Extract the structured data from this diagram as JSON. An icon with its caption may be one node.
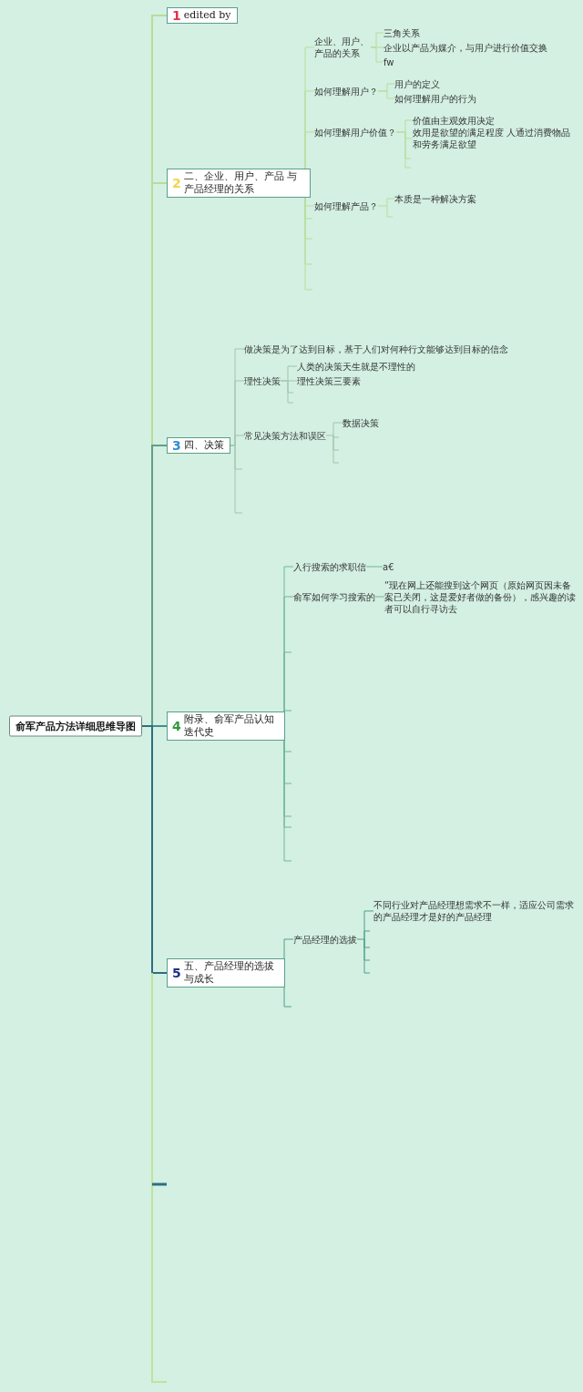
{
  "diagram": {
    "nodes": [
      {
        "text": [
          "俞军产品方法详细思维导图"
        ]
      },
      {
        "text": [
          "1",
          "edited by"
        ]
      },
      {
        "text": [
          "2",
          "二、企业、用户、产品 与产品经理的关系"
        ]
      },
      {
        "text": [
          "企业、用户、产品的关系"
        ]
      },
      {
        "text": [
          "三角关系"
        ]
      },
      {
        "text": [
          "企业以产品为媒介，与用户进行价值交换"
        ]
      },
      {
        "text": [
          "fw"
        ]
      },
      {
        "text": [
          "如何理解用户？"
        ]
      },
      {
        "text": [
          "用户的定义"
        ]
      },
      {
        "text": [
          "如何理解用户的行为"
        ]
      },
      {
        "text": [
          "如何理解用户价值？"
        ]
      },
      {
        "text": [
          "价值由主观效用决定"
        ]
      },
      {
        "text": [
          "效用是欲望的满足程度 人通过消费物品和劳务满足欲望"
        ]
      },
      {
        "text": [
          "如何理解产品？"
        ]
      },
      {
        "text": [
          "本质是一种解决方案"
        ]
      },
      {
        "text": [
          "3",
          "四、决策"
        ]
      },
      {
        "text": [
          "做决策是为了达到目标，基于人们对何种行文能够达到目标的信念"
        ]
      },
      {
        "text": [
          "理性决策"
        ]
      },
      {
        "text": [
          "人类的决策天生就是不理性的"
        ]
      },
      {
        "text": [
          "理性决策三要素"
        ]
      },
      {
        "text": [
          "常见决策方法和误区"
        ]
      },
      {
        "text": [
          "数据决策"
        ]
      },
      {
        "text": [
          "4",
          "附录、俞军产品认知迭代史"
        ]
      },
      {
        "text": [
          "入行搜索的求职信"
        ]
      },
      {
        "text": [
          "a€"
        ]
      },
      {
        "text": [
          "俞军如何学习搜索的"
        ]
      },
      {
        "text": [
          "“现在网上还能搜到这个网页（原始网页因未备案已关闭，这是爱好者做的备份），感兴趣的读者可以自行寻访去"
        ]
      },
      {
        "text": [
          "5",
          "五、产品经理的选拔与成长"
        ]
      },
      {
        "text": [
          "产品经理的选拔"
        ]
      },
      {
        "text": [
          "不同行业对产品经理想需求不一样，适应公司需求的产品经理才是好的产品经理"
        ]
      }
    ],
    "edges": [
      {
        "from": 0,
        "to": 1,
        "arrow": "none"
      },
      {
        "from": 0,
        "to": 2,
        "arrow": "none"
      },
      {
        "from": 2,
        "to": 3,
        "arrow": "none"
      },
      {
        "from": 3,
        "to": 4,
        "arrow": "none"
      },
      {
        "from": 3,
        "to": 5,
        "arrow": "none"
      },
      {
        "from": 3,
        "to": 6,
        "arrow": "none"
      },
      {
        "from": 2,
        "to": 7,
        "arrow": "none"
      },
      {
        "from": 7,
        "to": 8,
        "arrow": "none"
      },
      {
        "from": 7,
        "to": 9,
        "arrow": "none"
      },
      {
        "from": 2,
        "to": 10,
        "arrow": "none"
      },
      {
        "from": 10,
        "to": 11,
        "arrow": "none"
      },
      {
        "from": 10,
        "to": 12,
        "arrow": "none"
      },
      {
        "from": 2,
        "to": 13,
        "arrow": "none"
      },
      {
        "from": 13,
        "to": 14,
        "arrow": "none"
      },
      {
        "from": 0,
        "to": 15,
        "arrow": "none",
        "color": "#5f9f86"
      },
      {
        "from": 15,
        "to": 16,
        "arrow": "none",
        "color": "#a3c4ac"
      },
      {
        "from": 15,
        "to": 17,
        "arrow": "none",
        "color": "#a3c4ac"
      },
      {
        "from": 17,
        "to": 18,
        "arrow": "none",
        "color": "#a3c4ac"
      },
      {
        "from": 17,
        "to": 19,
        "arrow": "none",
        "color": "#a3c4ac"
      },
      {
        "from": 15,
        "to": 20,
        "arrow": "none",
        "color": "#a3c4ac"
      },
      {
        "from": 20,
        "to": 21,
        "arrow": "none",
        "color": "#a3c4ac"
      },
      {
        "from": 0,
        "to": 22,
        "arrow": "none",
        "color": "#3f8f8f"
      },
      {
        "from": 22,
        "to": 23,
        "arrow": "none",
        "color": "#6fb89a"
      },
      {
        "from": 23,
        "to": 24,
        "arrow": "none",
        "color": "#6fb89a"
      },
      {
        "from": 22,
        "to": 25,
        "arrow": "none",
        "color": "#6fb89a"
      },
      {
        "from": 25,
        "to": 26,
        "arrow": "none",
        "color": "#6fb89a"
      },
      {
        "from": 0,
        "to": 27,
        "arrow": "none",
        "color": "#2d6f80"
      },
      {
        "from": 27,
        "to": 28,
        "arrow": "none",
        "color": "#4fa08a"
      },
      {
        "from": 28,
        "to": 29,
        "arrow": "none",
        "color": "#4fa08a"
      }
    ]
  }
}
